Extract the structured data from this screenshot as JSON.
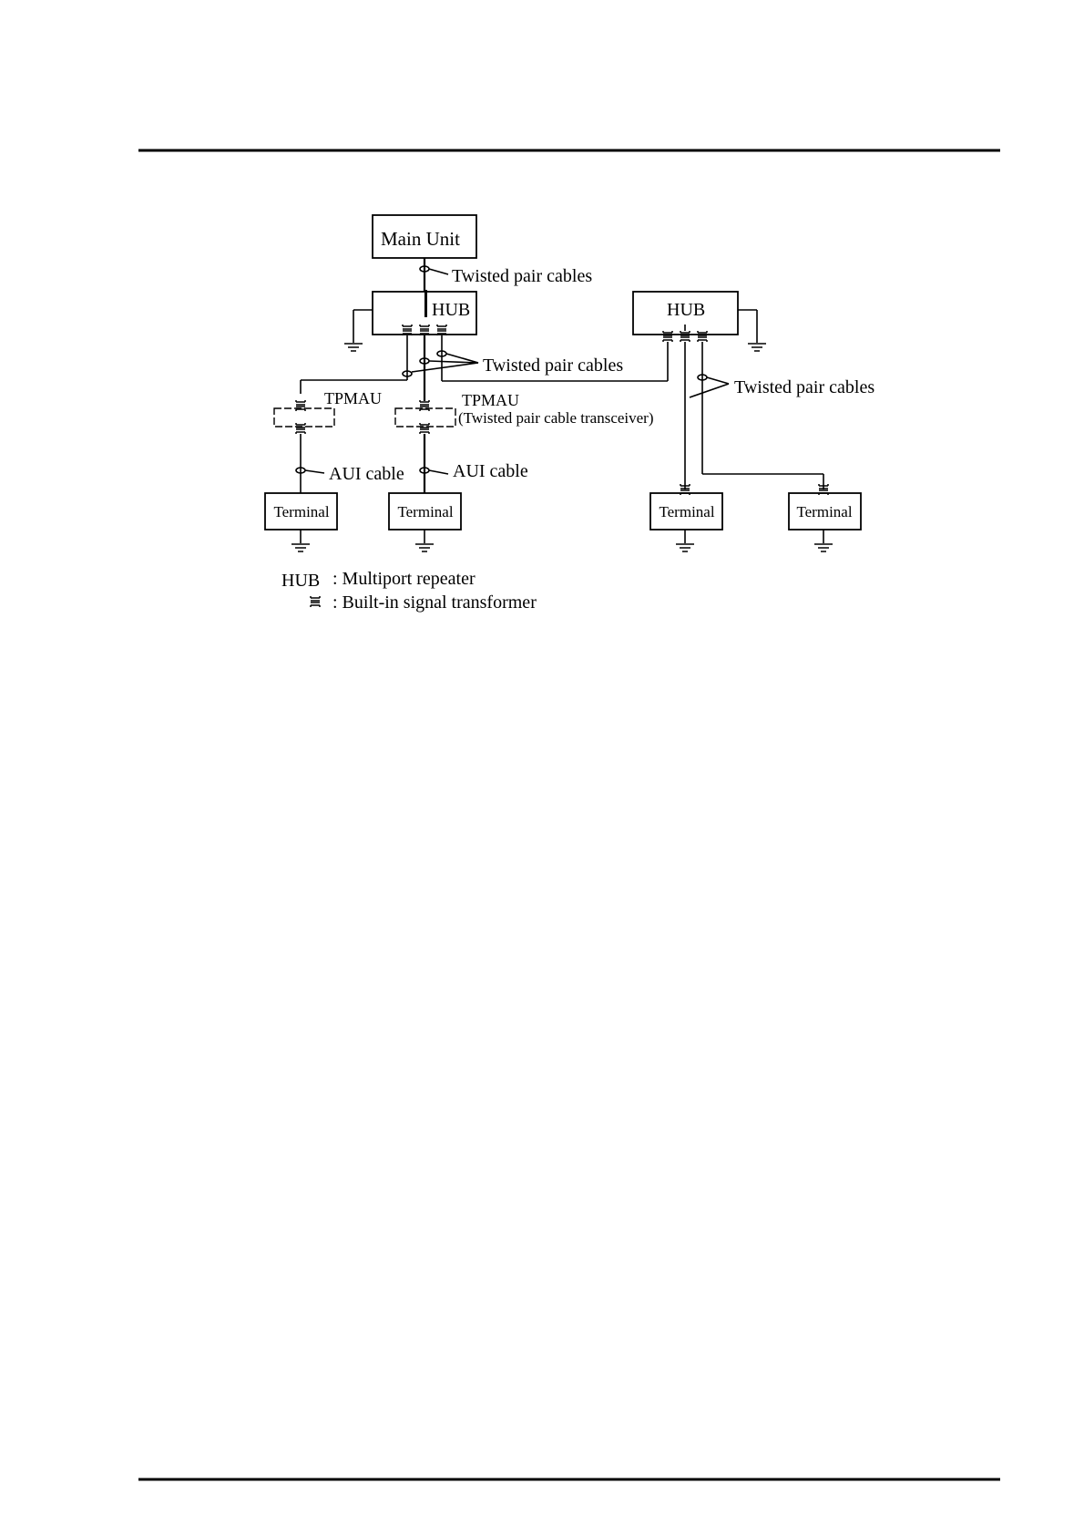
{
  "diagram": {
    "main_unit": "Main Unit",
    "hub_left": "HUB",
    "hub_right": "HUB",
    "cable_top": "Twisted pair cables",
    "cable_middle": "Twisted pair cables",
    "cable_right": "Twisted pair cables",
    "tpmau_left": "TPMAU",
    "tpmau_right": "TPMAU",
    "tpmau_desc": "(Twisted pair cable transceiver)",
    "aui_left": "AUI cable",
    "aui_right": "AUI cable",
    "terminals": [
      "Terminal",
      "Terminal",
      "Terminal",
      "Terminal"
    ]
  },
  "legend": {
    "hub_term": "HUB",
    "hub_desc": ": Multiport repeater",
    "transformer_desc": ": Built-in signal transformer",
    "transformer_icon": "transformer-icon"
  }
}
